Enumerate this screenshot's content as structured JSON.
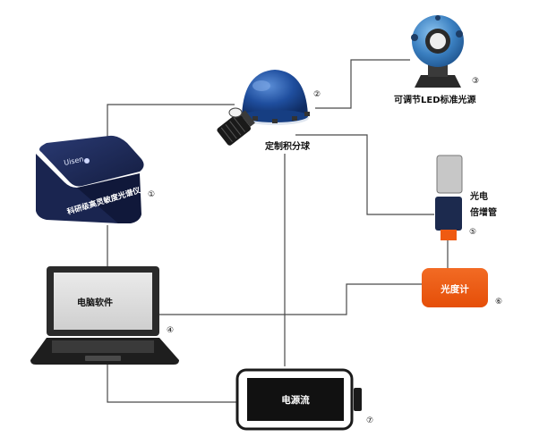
{
  "labels": {
    "spectrometer": "科研级高灵敏度光谱仪",
    "sphere": "定制积分球",
    "led_source": "可调节LED标准光源",
    "pmt_line1": "光电",
    "pmt_line2": "倍增管",
    "photometer": "光度计",
    "laptop_screen": "电脑软件",
    "ammeter": "电源流",
    "brand": "Uisen"
  },
  "numbers": {
    "n1": "①",
    "n2": "②",
    "n3": "③",
    "n4": "④",
    "n5": "⑤",
    "n6": "⑥",
    "n7": "⑦"
  },
  "colors": {
    "sphere_blue": "#1f4e9e",
    "spectrometer_navy": "#1a2550",
    "photometer_orange": "#ef5a12",
    "pmt_navy": "#1c2a4e",
    "led_blue": "#3a7fc0",
    "wire": "#4a4a4a"
  },
  "icons": [
    "integrating-sphere-icon",
    "laptop-icon",
    "battery-icon",
    "spectrometer-box-icon",
    "led-light-source-icon",
    "photomultiplier-tube-icon"
  ]
}
